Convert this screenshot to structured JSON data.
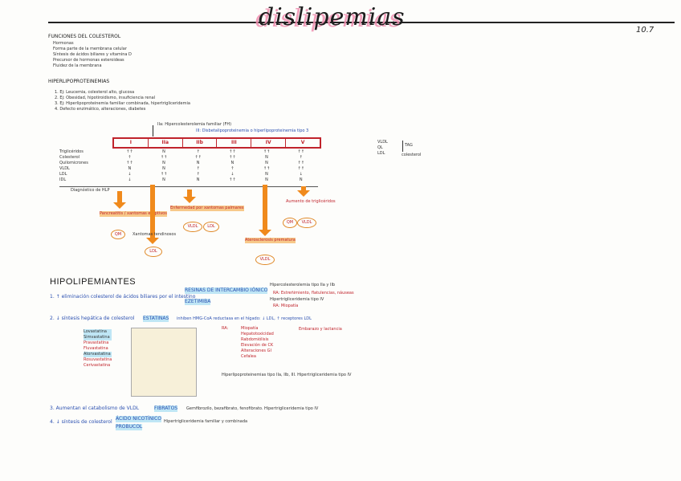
{
  "header": {
    "title": "dislipemias",
    "title_shadow": "dislipemias",
    "page_number": "10.7"
  },
  "colesterol": {
    "heading": "FUNCIONES DEL COLESTEROL",
    "items": [
      "Hormonas",
      "Forma parte de la membrana celular",
      "Síntesis de ácidos biliares y vitamina D",
      "Precursor de hormonas esteroideas",
      "Fluidez de la membrana"
    ]
  },
  "hiperlipo": {
    "heading": "HIPERLIPOPROTEINEMIAS",
    "items": [
      "1. Ej: Leucemia, colesterol alto, glucosa",
      "2. Ej: Obesidad, hipotiroidismo, insuficiencia renal",
      "3. Ej: Hiperlipoproteinemia familiar combinada, hipertrigliceridemia",
      "4. Defecto enzimático, alteraciones, diabetes"
    ]
  },
  "table": {
    "note_a": "IIa: Hipercolesterolemia familiar (FH)",
    "note_b": "III: Disbetalipoproteinemia o hiperlipoproteinemia tipo 3",
    "cols": [
      "I",
      "IIa",
      "IIb",
      "III",
      "IV",
      "V"
    ],
    "rows": [
      "Triglicéridos",
      "Colesterol",
      "Quilomicrones",
      "VLDL",
      "LDL",
      "IDL"
    ],
    "footer": "Diagnóstico de HLP",
    "side1": "VLDL",
    "side2": "QL",
    "side3": "LDL",
    "side_tag": "TAG",
    "side_colesterol": "colesterol"
  },
  "arrows": {
    "a1_label": "Pancreatitis / xantomas eruptivos",
    "a1_oval": "QM",
    "a2_label": "Xantomas tendinosos",
    "a2_oval": "LDL",
    "a3_label": "Enfermedad por xantomas palmares",
    "a3_oval1": "VLDL",
    "a3_oval2": "LDL",
    "a4_label": "Aterosclerosis prematura",
    "a4_oval": "VLDL",
    "a5_label": "Aumento de triglicéridos",
    "a5_oval1": "QM",
    "a5_oval2": "VLDL"
  },
  "hipolip": {
    "heading": "HIPOLIPEMIANTES",
    "item1": "1. ↑ eliminación colesterol de ácidos biliares por el intestino",
    "item1_hl1": "RESINAS DE INTERCAMBIO IÓNICO",
    "item1_hl2": "EZETIMIBA",
    "item1_note1": "Hipercolesterolemia tipo IIa y IIb",
    "item1_note2": "RA: Estreñimiento, flatulencias, náuseas",
    "item1_note3": "Hipertrigliceridemia tipo IV",
    "item1_note4": "RA: Miopatía",
    "item2": "2. ↓ síntesis hepática de colesterol",
    "item2_hl": "ESTATINAS",
    "item2_note": "inhiben HMG-CoA reductasa en el hígado: ↓ LDL, ↑ receptores LDL",
    "statins": [
      "Lovastatina",
      "Simvastatina",
      "Pravastatina",
      "Fluvastatina",
      "Atorvastatina",
      "Rosuvastatina",
      "Cerivastatina"
    ],
    "ra_title": "RA:",
    "ra": [
      "Miopatía",
      "Hepatotoxicidad",
      "Rabdomiólisis",
      "Elevación de CK",
      "Alteraciones GI",
      "Cefalea"
    ],
    "contra": "Embarazo y lactancia",
    "bottom_note": "Hiperlipoproteinemias tipo IIa, IIb, III. Hipertrigliceridemia tipo IV",
    "item3": "3. Aumentan el catabolismo de VLDL",
    "item3_hl": "FIBRATOS",
    "item3_note": "Gemfibrozilo, bezafibrato, fenofibrato. Hipertrigliceridemia tipo IV",
    "item4": "4. ↓ síntesis de colesterol",
    "item4_hl1": "ÁCIDO NICOTÍNICO",
    "item4_hl2": "PROBUCOL",
    "item4_note": "Hipertrigliceridemia familiar y combinada"
  }
}
